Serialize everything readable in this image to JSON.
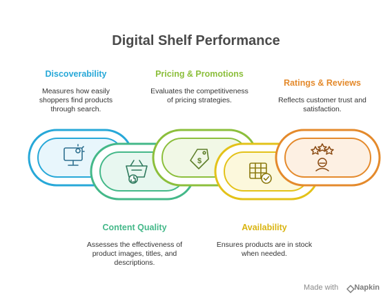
{
  "title": "Digital Shelf Performance",
  "items": [
    {
      "heading": "Discoverability",
      "description": "Measures how easily shoppers find products through search.",
      "color": "#27a8d8",
      "icon": "monitor-click-icon"
    },
    {
      "heading": "Content Quality",
      "description": "Assesses the effectiveness of product images, titles, and descriptions.",
      "color": "#44b889",
      "icon": "basket-thumbs-up-icon"
    },
    {
      "heading": "Pricing & Promotions",
      "description": "Evaluates the competitiveness of pricing strategies.",
      "color": "#8cbf3c",
      "icon": "price-tag-icon"
    },
    {
      "heading": "Availability",
      "description": "Ensures products are in stock when needed.",
      "color": "#e3c219",
      "icon": "stock-check-icon"
    },
    {
      "heading": "Ratings & Reviews",
      "description": "Reflects customer trust and satisfaction.",
      "color": "#e48a2c",
      "icon": "rating-stars-icon"
    }
  ],
  "footer": {
    "prefix": "Made with",
    "brand": "Napkin",
    "icon": "napkin-logo-icon"
  }
}
